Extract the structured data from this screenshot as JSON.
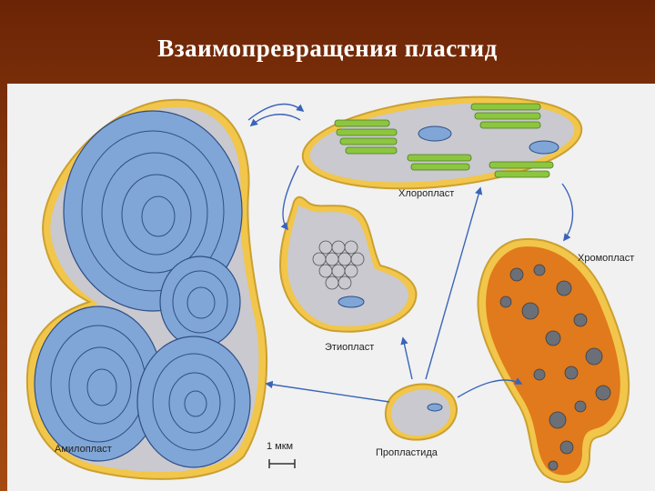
{
  "slide": {
    "title": "Взаимопревращения пластид"
  },
  "diagram": {
    "labels": {
      "chloroplast": "Хлоропласт",
      "chromoplast": "Хромопласт",
      "etioplast": "Этиопласт",
      "amyloplast": "Амилопласт",
      "proplastid": "Пропластида",
      "scale_bar": "1 мкм"
    },
    "colors": {
      "background": "#7a2e08",
      "figure_bg": "#f1f1f2",
      "membrane": "#f2c64a",
      "stroma": "#c9c9cf",
      "starch": "#7fa6d6",
      "thylakoid": "#8cc63f",
      "chromoplast_fill": "#e07a1c",
      "arrow": "#3a64b8"
    }
  }
}
